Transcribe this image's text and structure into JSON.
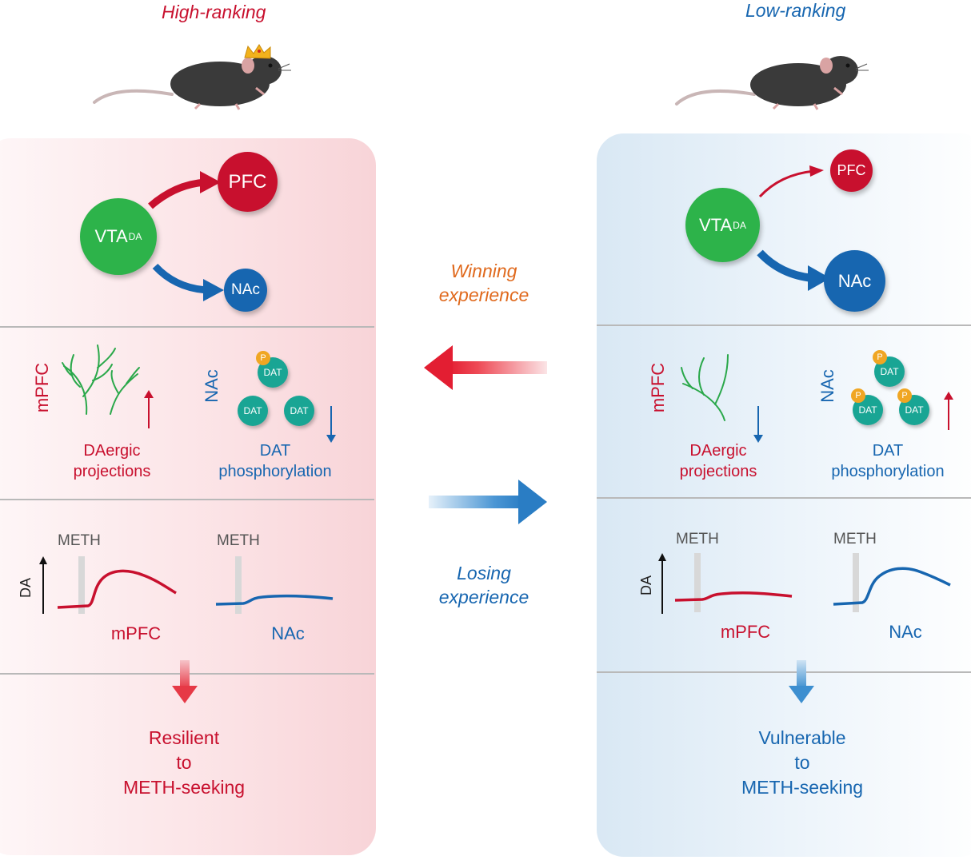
{
  "left": {
    "title": "High-ranking",
    "circles": {
      "vta": "VTA",
      "vta_sup": "DA",
      "pfc": "PFC",
      "nac": "NAc"
    },
    "region_mpfc": "mPFC",
    "region_nac": "NAc",
    "dat": [
      "DAT",
      "DAT",
      "DAT"
    ],
    "phospho": [
      "P"
    ],
    "label_projections": [
      "DAergic",
      "projections"
    ],
    "label_dat": [
      "DAT",
      "phosphorylation"
    ],
    "meth": [
      "METH",
      "METH"
    ],
    "da_axis": "DA",
    "trace_labels": [
      "mPFC",
      "NAc"
    ],
    "outcome": [
      "Resilient",
      "to",
      "METH-seeking"
    ]
  },
  "right": {
    "title": "Low-ranking",
    "circles": {
      "vta": "VTA",
      "vta_sup": "DA",
      "pfc": "PFC",
      "nac": "NAc"
    },
    "region_mpfc": "mPFC",
    "region_nac": "NAc",
    "dat": [
      "DAT",
      "DAT",
      "DAT"
    ],
    "phospho": [
      "P",
      "P",
      "P"
    ],
    "label_projections": [
      "DAergic",
      "projections"
    ],
    "label_dat": [
      "DAT",
      "phosphorylation"
    ],
    "meth": [
      "METH",
      "METH"
    ],
    "da_axis": "DA",
    "trace_labels": [
      "mPFC",
      "NAc"
    ],
    "outcome": [
      "Vulnerable",
      "to",
      "METH-seeking"
    ]
  },
  "middle": {
    "winning": [
      "Winning",
      "experience"
    ],
    "losing": [
      "Losing",
      "experience"
    ]
  },
  "colors": {
    "red": "#c8102e",
    "blue": "#1766b0",
    "green": "#2db34a",
    "orange": "#e06a1e",
    "teal": "#19a594"
  }
}
